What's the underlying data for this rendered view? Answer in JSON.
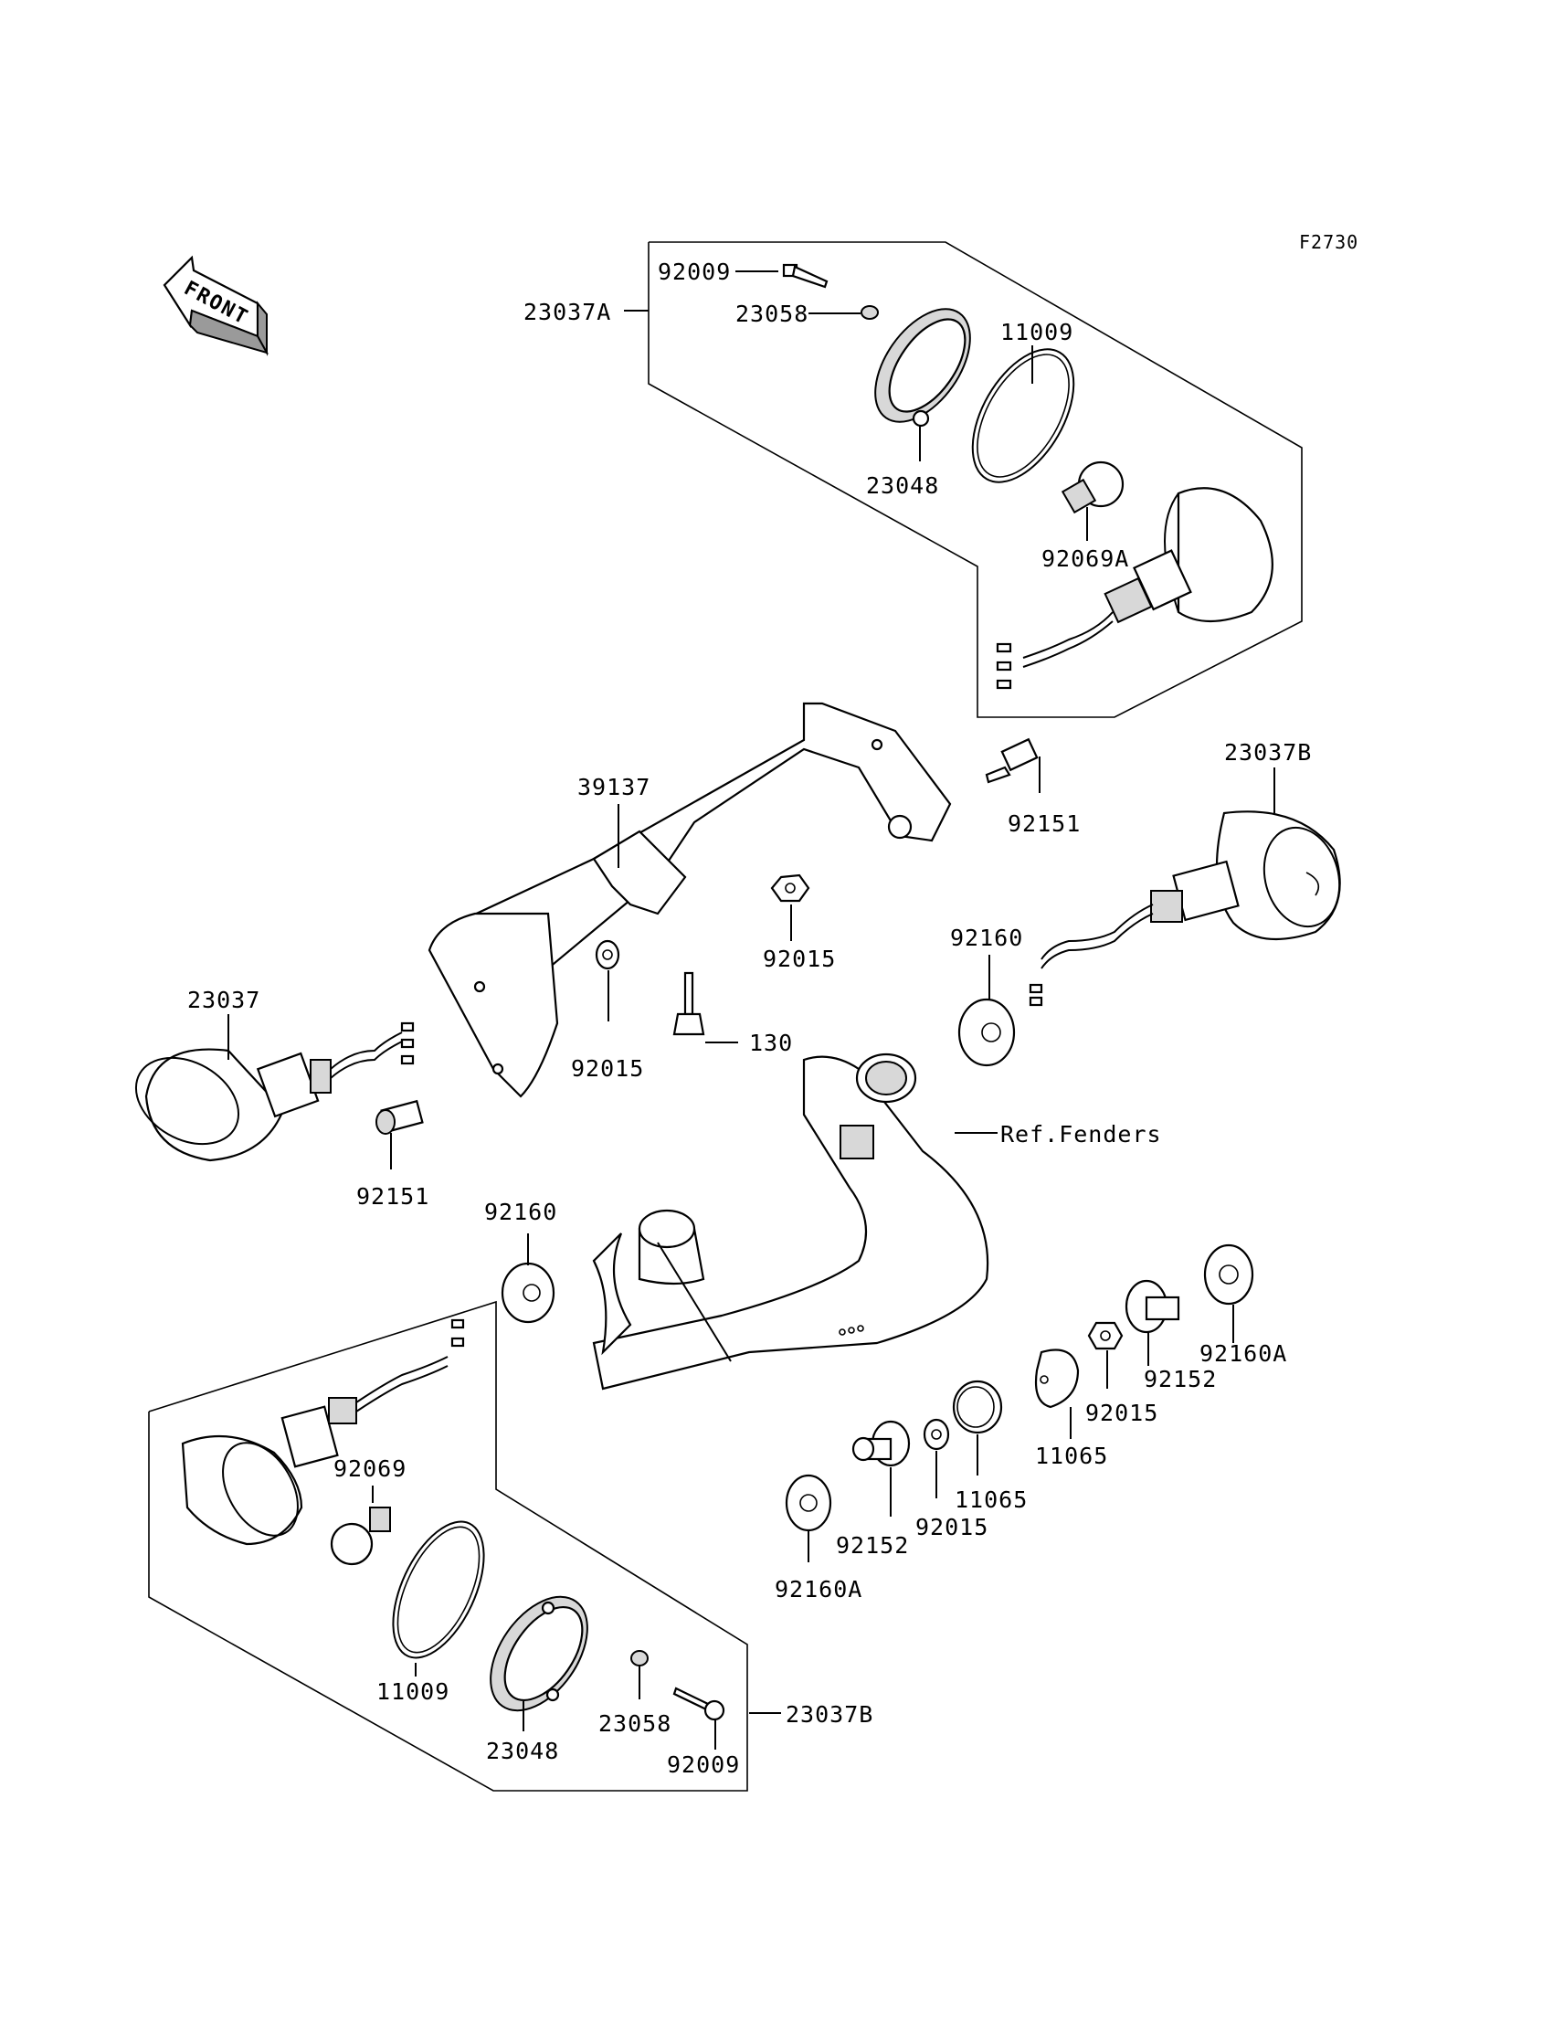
{
  "diagram_code": "F2730",
  "front_badge": "FRONT",
  "labels": {
    "p92009_top": "92009",
    "p23037A": "23037A",
    "p23058_top": "23058",
    "p11009_top": "11009",
    "p23048_top": "23048",
    "p92069A": "92069A",
    "p23037B_right": "23037B",
    "p39137": "39137",
    "p92151_right": "92151",
    "p92015_center": "92015",
    "p92160_right": "92160",
    "p23037_left": "23037",
    "p92015_left": "92015",
    "p130": "130",
    "ref_fenders": "Ref.Fenders",
    "p92151_left": "92151",
    "p92160_left": "92160",
    "p92160A_right": "92160A",
    "p92152_right": "92152",
    "p92015_right": "92015",
    "p11065_right": "11065",
    "p11065_mid": "11065",
    "p92015_mid": "92015",
    "p92152_mid": "92152",
    "p92160A_mid": "92160A",
    "p92069": "92069",
    "p11009_bottom": "11009",
    "p23048_bottom": "23048",
    "p23058_bottom": "23058",
    "p92009_bottom": "92009",
    "p23037B_bottom": "23037B"
  }
}
